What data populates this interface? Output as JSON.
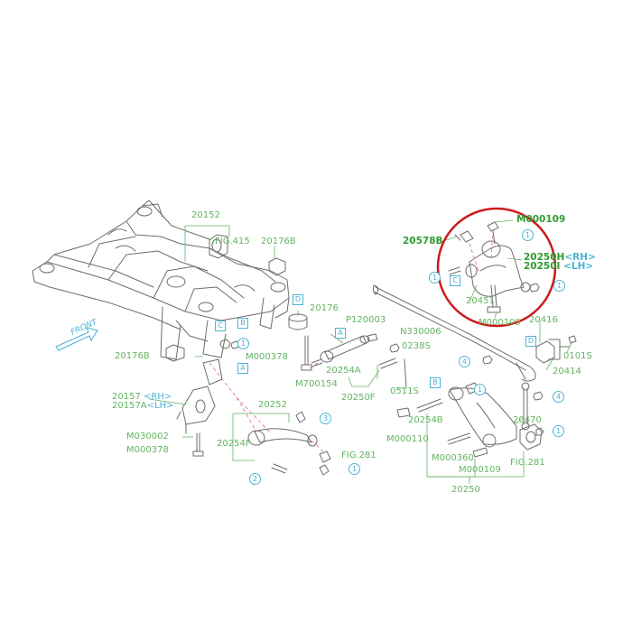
{
  "colors": {
    "part_line": "#6d6d6d",
    "label": "#62b462",
    "label_dark": "#2f9d2f",
    "ref": "#4db3d6",
    "highlight": "#cc1b1b"
  },
  "labels": {
    "p20152": "20152",
    "fig415": "FIG.415",
    "p20176b_top": "20176B",
    "p20176": "20176",
    "p20176b_left": "20176B",
    "m000378_a": "M000378",
    "p20157": "20157",
    "p20157_rh": "<RH>",
    "p20157a": "20157A",
    "p20157a_lh": "<LH>",
    "m030002": "M030002",
    "m000378_b": "M000378",
    "p20252": "20252",
    "p20254f": "20254F",
    "fig281_a": "FIG.281",
    "p120003": "P120003",
    "n330006": "N330006",
    "p0238s": "0238S",
    "p20254a": "20254A",
    "m700154": "M700154",
    "p20250f": "20250F",
    "p0511s": "0511S",
    "p20578b": "20578B",
    "m000109_top": "M000109",
    "p20250h": "20250H",
    "p20250h_rh": "<RH>",
    "p20250i": "20250I",
    "p20250i_lh": "<LH>",
    "p20451": "20451",
    "m000109_mid": "M000109",
    "p20416": "20416",
    "p0101s": "0101S",
    "p20414": "20414",
    "p20254b": "20254B",
    "m000110": "M000110",
    "m000360": "M000360",
    "m000109_bot": "M000109",
    "p20470": "20470",
    "fig281_b": "FIG.281",
    "p20250": "20250",
    "front": "FRONT"
  },
  "refs": {
    "box_d1": "D",
    "box_b": "B",
    "box_c1": "C",
    "box_a1": "A",
    "box_a2": "A",
    "box_c2": "C",
    "box_b2": "B",
    "box_d2": "D",
    "c1": "1",
    "c3": "3",
    "c1b": "1",
    "c2": "2",
    "c4a": "4",
    "c1c": "1",
    "c4b": "4",
    "c1d": "1",
    "c1e": "1",
    "c1f": "1",
    "c1g": "1"
  }
}
